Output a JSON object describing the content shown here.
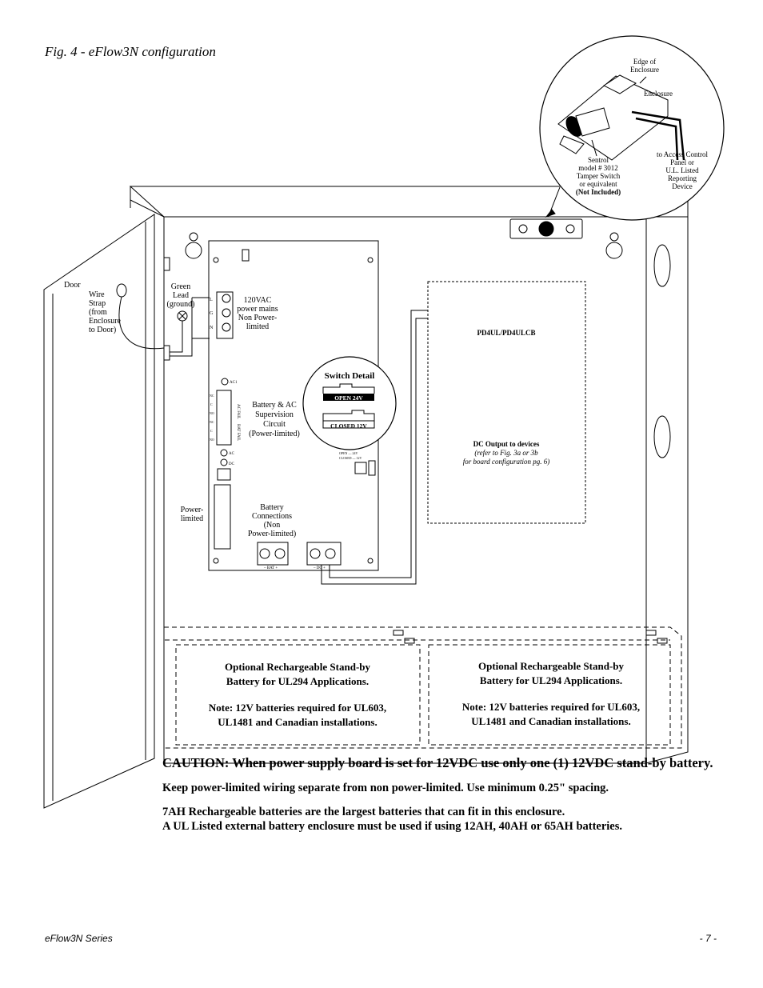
{
  "figure": {
    "title": "Fig. 4 - eFlow3N configuration"
  },
  "callouts": {
    "door": "Door",
    "wire_strap": [
      "Wire",
      "Strap",
      "(from",
      "Enclosure",
      "to Door)"
    ],
    "green_lead": [
      "Green",
      "Lead",
      "(ground)"
    ],
    "mains": [
      "120VAC",
      "power mains",
      "Non Power-",
      "limited"
    ],
    "supervision": [
      "Battery & AC",
      "Supervision",
      "Circuit",
      "(Power-limited)"
    ],
    "power_limited": [
      "Power-",
      "limited"
    ],
    "battery_connections": [
      "Battery",
      "Connections",
      "(Non",
      "Power-limited)"
    ],
    "edge_of_enclosure": [
      "Edge of",
      "Enclosure"
    ],
    "enclosure": "Enclosure",
    "tamper_switch": [
      "Sentrol",
      "model # 3012",
      "Tamper Switch",
      "or equivalent",
      "(Not Included)"
    ],
    "access_control": [
      "to Access Control",
      "Panel or",
      "U.L. Listed",
      "Reporting",
      "Device"
    ]
  },
  "board": {
    "terminals_lgn": [
      "L",
      "G",
      "N"
    ],
    "ac1": "AC1",
    "ac_fail": "AC FAIL",
    "bat_fail": "BAT FAIL",
    "relay_labels": [
      "NC",
      "C",
      "NO",
      "NC",
      "C",
      "NO"
    ],
    "ac": "AC",
    "dc": "DC",
    "bat_terminal": "– BAT +",
    "dc_terminal": "– DC +",
    "switch_legend": [
      "OPEN  —  24V",
      "CLOSED  —  12V"
    ]
  },
  "switch_detail": {
    "title": "Switch Detail",
    "open": "OPEN 24V",
    "closed": "CLOSED 12V"
  },
  "pd4": {
    "model": "PD4UL/PD4ULCB",
    "output": "DC Output to devices",
    "ref_line1": "(refer to Fig. 3a or 3b",
    "ref_line2": "for board configuration pg. 6)"
  },
  "batteries": [
    {
      "line1": "Optional Rechargeable Stand-by",
      "line2": "Battery for UL294 Applications.",
      "line3": "Note: 12V batteries required for UL603,",
      "line4": "UL1481 and Canadian installations."
    },
    {
      "line1": "Optional Rechargeable Stand-by",
      "line2": "Battery for UL294 Applications.",
      "line3": "Note: 12V batteries required for UL603,",
      "line4": "UL1481 and Canadian installations."
    }
  ],
  "notes": {
    "caution": "CAUTION: When power supply board is set for 12VDC use only one (1) 12VDC stand-by battery.",
    "spacing": "Keep power-limited wiring separate from non power-limited. Use minimum 0.25\" spacing.",
    "battery_size_1": "7AH Rechargeable batteries are the largest batteries that can fit in this enclosure.",
    "battery_size_2": "A UL Listed external battery enclosure must be used if using 12AH, 40AH or 65AH batteries."
  },
  "footer": {
    "series": "eFlow3N Series",
    "page": "- 7 -"
  }
}
